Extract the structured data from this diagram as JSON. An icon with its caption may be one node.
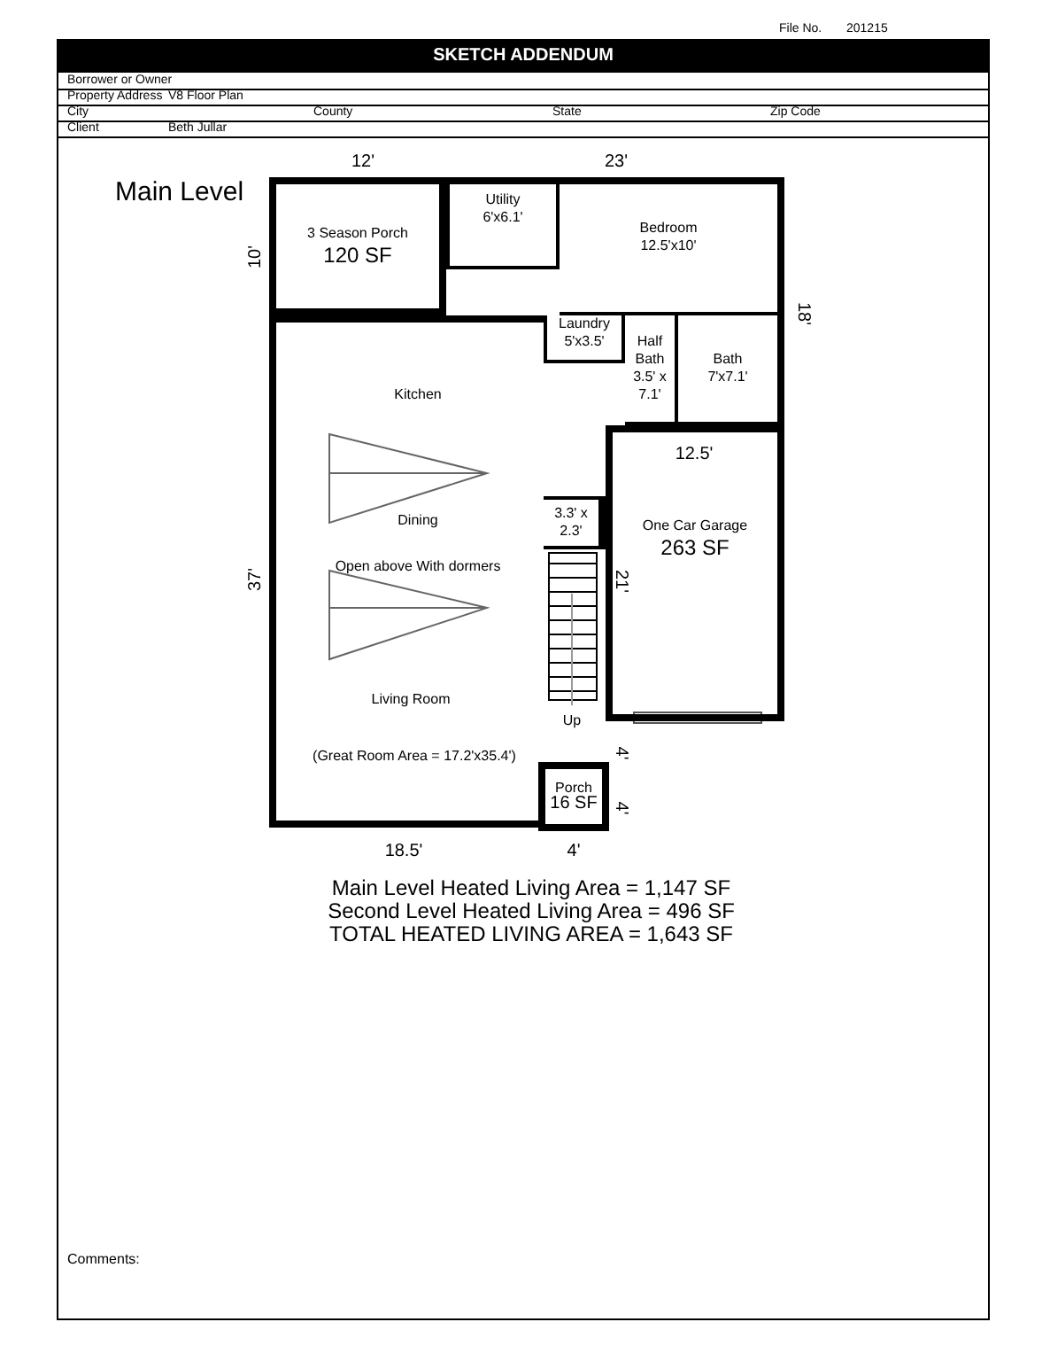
{
  "diagram": {
    "title": "SKETCH ADDENDUM",
    "nodes": [
      {
        "text": [
          "3 Season Porch",
          "120 SF"
        ]
      },
      {
        "text": [
          "Utility",
          "6'x6.1'"
        ]
      },
      {
        "text": [
          "Bedroom",
          "12.5'x10'"
        ]
      },
      {
        "text": [
          "Laundry",
          "5'x3.5'"
        ]
      },
      {
        "text": [
          "Half Bath",
          "3.5' x 7.1'"
        ]
      },
      {
        "text": [
          "Bath",
          "7'x7.1'"
        ]
      },
      {
        "text": [
          "Kitchen",
          "Dining",
          "Open above With dormers",
          "Living Room",
          "(Great Room Area = 17.2'x35.4')"
        ]
      },
      {
        "text": [
          "3.3' x 2.3'"
        ]
      },
      {
        "text": [
          "One Car Garage",
          "263 SF"
        ]
      },
      {
        "text": [
          "Porch",
          "16 SF"
        ]
      }
    ],
    "labels": [
      "File No.",
      "201215",
      "Borrower or Owner",
      "Property Address",
      "V8 Floor Plan",
      "City",
      "County",
      "State",
      "Zip Code",
      "Client",
      "Beth Jullar",
      "Main Level",
      "12'",
      "23'",
      "10'",
      "18'",
      "12.5'",
      "37'",
      "21'",
      "4'",
      "4'",
      "18.5'",
      "4'",
      "Up",
      "Main Level Heated Living Area = 1,147 SF",
      "Second Level Heated Living Area = 496 SF",
      "TOTAL HEATED LIVING AREA = 1,643 SF",
      "Comments:"
    ]
  }
}
